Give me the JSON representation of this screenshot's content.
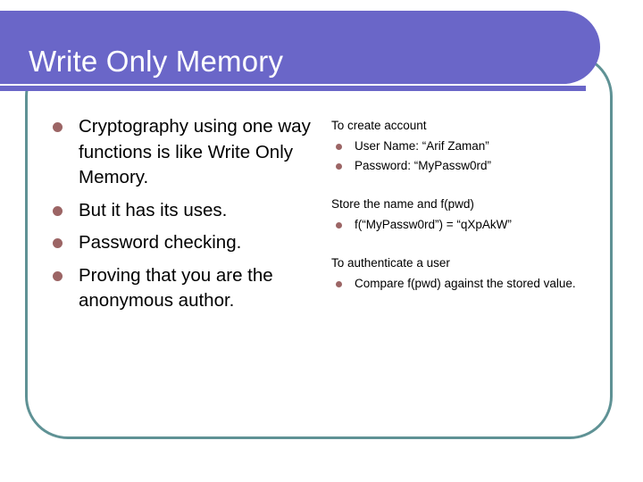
{
  "slide": {
    "title": "Write Only Memory",
    "colors": {
      "banner_purple": "#6a66c8",
      "frame_teal": "#5f9295",
      "bullet_maroon": "#9c6565",
      "text_black": "#000000",
      "background": "#ffffff"
    }
  },
  "left_column": {
    "bullets": [
      "Cryptography using one way functions is like Write Only Memory.",
      "But it has its uses.",
      "Password checking.",
      "Proving that you are the anonymous author."
    ]
  },
  "right_column": {
    "sections": [
      {
        "heading": "To create account",
        "bullets": [
          "User Name: “Arif Zaman”",
          "Password: “MyPassw0rd”"
        ]
      },
      {
        "heading": "Store the name and f(pwd)",
        "bullets": [
          "f(“MyPassw0rd”) = “qXpAkW”"
        ]
      },
      {
        "heading": "To authenticate a user",
        "bullets": [
          "Compare f(pwd) against the stored value."
        ]
      }
    ]
  }
}
